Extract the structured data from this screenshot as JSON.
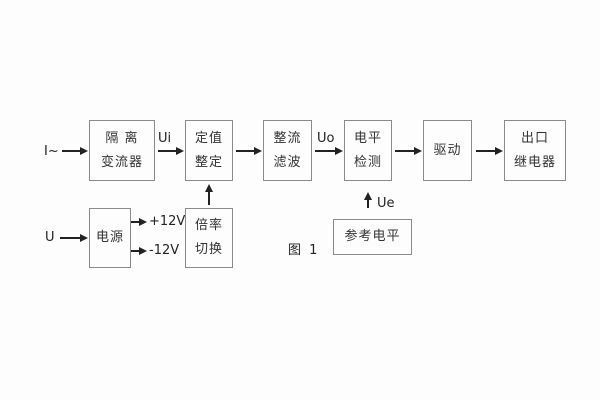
{
  "figure": {
    "caption": "图 1",
    "blocks": {
      "isolation": {
        "line1": "隔 离",
        "line2": "变流器"
      },
      "setting": {
        "line1": "定值",
        "line2": "整定"
      },
      "rectifier": {
        "line1": "整流",
        "line2": "滤波"
      },
      "level": {
        "line1": "电平",
        "line2": "检测"
      },
      "drive": {
        "label": "驱动"
      },
      "output_relay": {
        "line1": "出口",
        "line2": "继电器"
      },
      "power": {
        "label": "电源"
      },
      "ratio": {
        "line1": "倍率",
        "line2": "切换"
      },
      "reference": {
        "label": "参考电平"
      }
    },
    "labels": {
      "input_current": "I~",
      "input_voltage": "U",
      "ui": "Ui",
      "uo": "Uo",
      "ue": "Ue",
      "plus_12v": "+12V",
      "minus_12v": "-12V"
    },
    "colors": {
      "background": "#fdfdfd",
      "box_border": "#8a8a8a",
      "text": "#333333",
      "arrow": "#222222"
    }
  }
}
